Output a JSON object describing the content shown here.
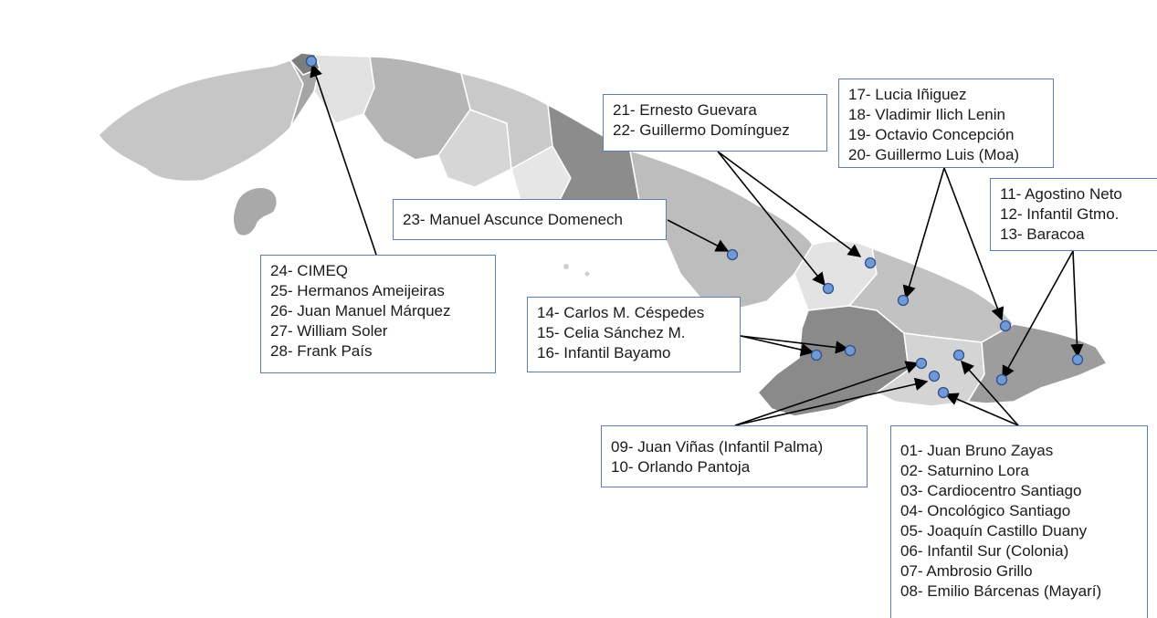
{
  "colors": {
    "border": "#5b7fb5",
    "marker_fill": "#6f9ad6",
    "marker_stroke": "#33508a",
    "arrow": "#000000",
    "province_shades": [
      "#c6c6c6",
      "#b3b3b3",
      "#e1e1e1",
      "#a0a0a0",
      "#898989",
      "#d2d2d2"
    ]
  },
  "legend_boxes": [
    {
      "id": "cimeq",
      "lines": [
        "24- CIMEQ",
        "25- Hermanos Ameijeiras",
        "26- Juan Manuel Márquez",
        "27- William Soler",
        "28- Frank País"
      ]
    },
    {
      "id": "guevara",
      "lines": [
        "21- Ernesto Guevara",
        "22- Guillermo Domínguez"
      ]
    },
    {
      "id": "moa",
      "lines": [
        "17- Lucia Iñiguez",
        "18- Vladimir Ilich Lenin",
        "19- Octavio Concepción",
        "20- Guillermo Luis (Moa)"
      ]
    },
    {
      "id": "gtmo",
      "lines": [
        "11- Agostino Neto",
        "12- Infantil Gtmo.",
        "13- Baracoa"
      ]
    },
    {
      "id": "domenech",
      "lines": [
        "23- Manuel Ascunce Domenech"
      ]
    },
    {
      "id": "bayamo",
      "lines": [
        "14- Carlos M. Céspedes",
        "15- Celia Sánchez M.",
        "16- Infantil Bayamo"
      ]
    },
    {
      "id": "palma",
      "lines": [
        "09- Juan Viñas (Infantil Palma)",
        "10- Orlando Pantoja"
      ]
    },
    {
      "id": "santiago",
      "lines": [
        "01- Juan Bruno Zayas",
        "02- Saturnino Lora",
        "03- Cardiocentro Santiago",
        "04- Oncológico Santiago",
        "05- Joaquín Castillo Duany",
        "06- Infantil Sur (Colonia)",
        "07- Ambrosio Grillo",
        "08- Emilio Bárcenas (Mayarí)"
      ]
    }
  ],
  "markers": [
    {
      "name": "marker-havana"
    },
    {
      "name": "marker-camaguey"
    },
    {
      "name": "marker-las-tunas-1"
    },
    {
      "name": "marker-las-tunas-2"
    },
    {
      "name": "marker-holguin"
    },
    {
      "name": "marker-mayari"
    },
    {
      "name": "marker-bayamo-1"
    },
    {
      "name": "marker-bayamo-2"
    },
    {
      "name": "marker-palma-1"
    },
    {
      "name": "marker-palma-2"
    },
    {
      "name": "marker-santiago-1"
    },
    {
      "name": "marker-santiago-2"
    },
    {
      "name": "marker-guantanamo"
    },
    {
      "name": "marker-baracoa"
    }
  ]
}
